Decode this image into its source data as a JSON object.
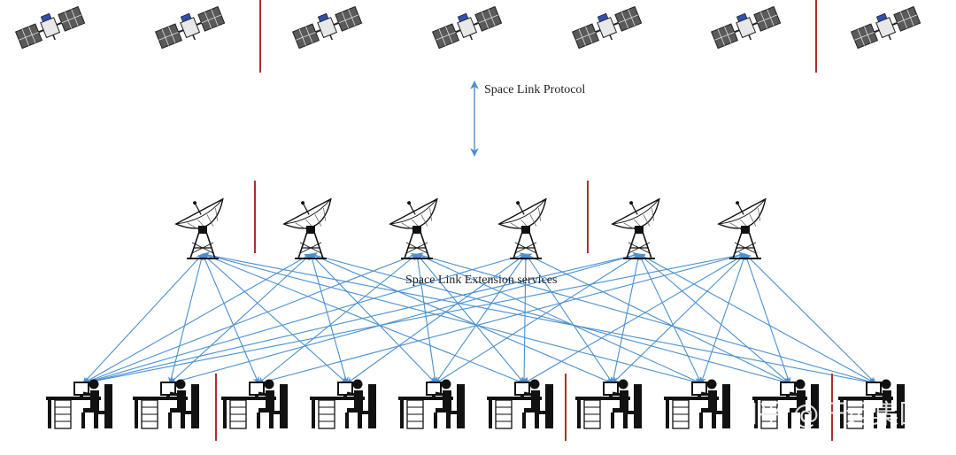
{
  "diagram": {
    "protocol_label": "Space Link Protocol",
    "extension_label": "Space Link Extension services",
    "satellite_icon": "satellite-icon",
    "antenna_icon": "ground-station-antenna-icon",
    "operator_icon": "operator-workstation-icon",
    "satellite_count": 7,
    "antenna_count": 6,
    "operator_count": 10,
    "link_color": "#4a90d0",
    "divider_color": "#a8322a",
    "watermark": "知乎 @开运集团"
  }
}
